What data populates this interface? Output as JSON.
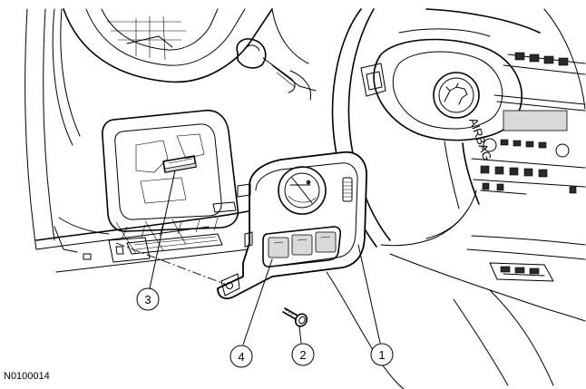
{
  "figure": {
    "reference_code": "N0100014",
    "callouts": [
      {
        "id": "1",
        "label": "1"
      },
      {
        "id": "2",
        "label": "2"
      },
      {
        "id": "3",
        "label": "3"
      },
      {
        "id": "4",
        "label": "4"
      }
    ],
    "emblem_text": "AIRBAG",
    "line_color": "#000000",
    "background_color": "#ffffff"
  }
}
